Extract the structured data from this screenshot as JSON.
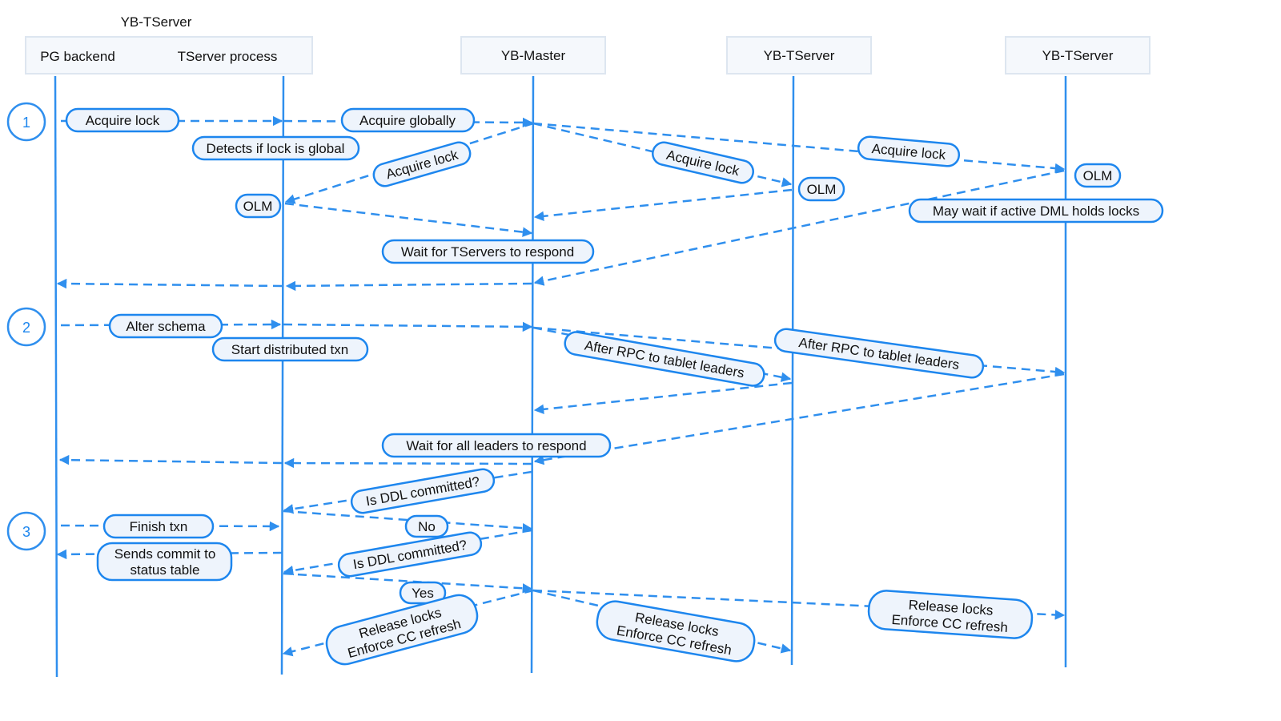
{
  "group_title": "YB-TServer",
  "participants": [
    {
      "id": "pg",
      "label": "PG backend"
    },
    {
      "id": "ts",
      "label": "TServer process"
    },
    {
      "id": "master",
      "label": "YB-Master"
    },
    {
      "id": "ts2",
      "label": "YB-TServer"
    },
    {
      "id": "ts3",
      "label": "YB-TServer"
    }
  ],
  "steps": [
    "1",
    "2",
    "3"
  ],
  "labels": {
    "acquire_lock_1": "Acquire lock",
    "acquire_globally": "Acquire globally",
    "detects_global": "Detects if lock is global",
    "acquire_lock_2": "Acquire lock",
    "acquire_lock_3": "Acquire lock",
    "acquire_lock_4": "Acquire lock",
    "olm_1": "OLM",
    "olm_2": "OLM",
    "olm_3": "OLM",
    "may_wait": "May wait if active DML holds locks",
    "wait_tservers": "Wait for TServers to respond",
    "alter_schema": "Alter schema",
    "start_txn": "Start distributed txn",
    "after_rpc_1": "After RPC to tablet leaders",
    "after_rpc_2": "After RPC to tablet leaders",
    "wait_leaders": "Wait for all leaders to respond",
    "is_ddl_1": "Is DDL committed?",
    "no": "No",
    "finish_txn": "Finish txn",
    "sends_commit_1": "Sends commit to",
    "sends_commit_2": "status table",
    "is_ddl_2": "Is DDL committed?",
    "yes": "Yes",
    "release_locks": "Release locks",
    "enforce_cc": "Enforce CC refresh"
  },
  "colors": {
    "line": "#2f8fee",
    "label_border": "#1d86ee",
    "label_fill": "#eef4fc",
    "header_fill": "#f5f8fc"
  }
}
